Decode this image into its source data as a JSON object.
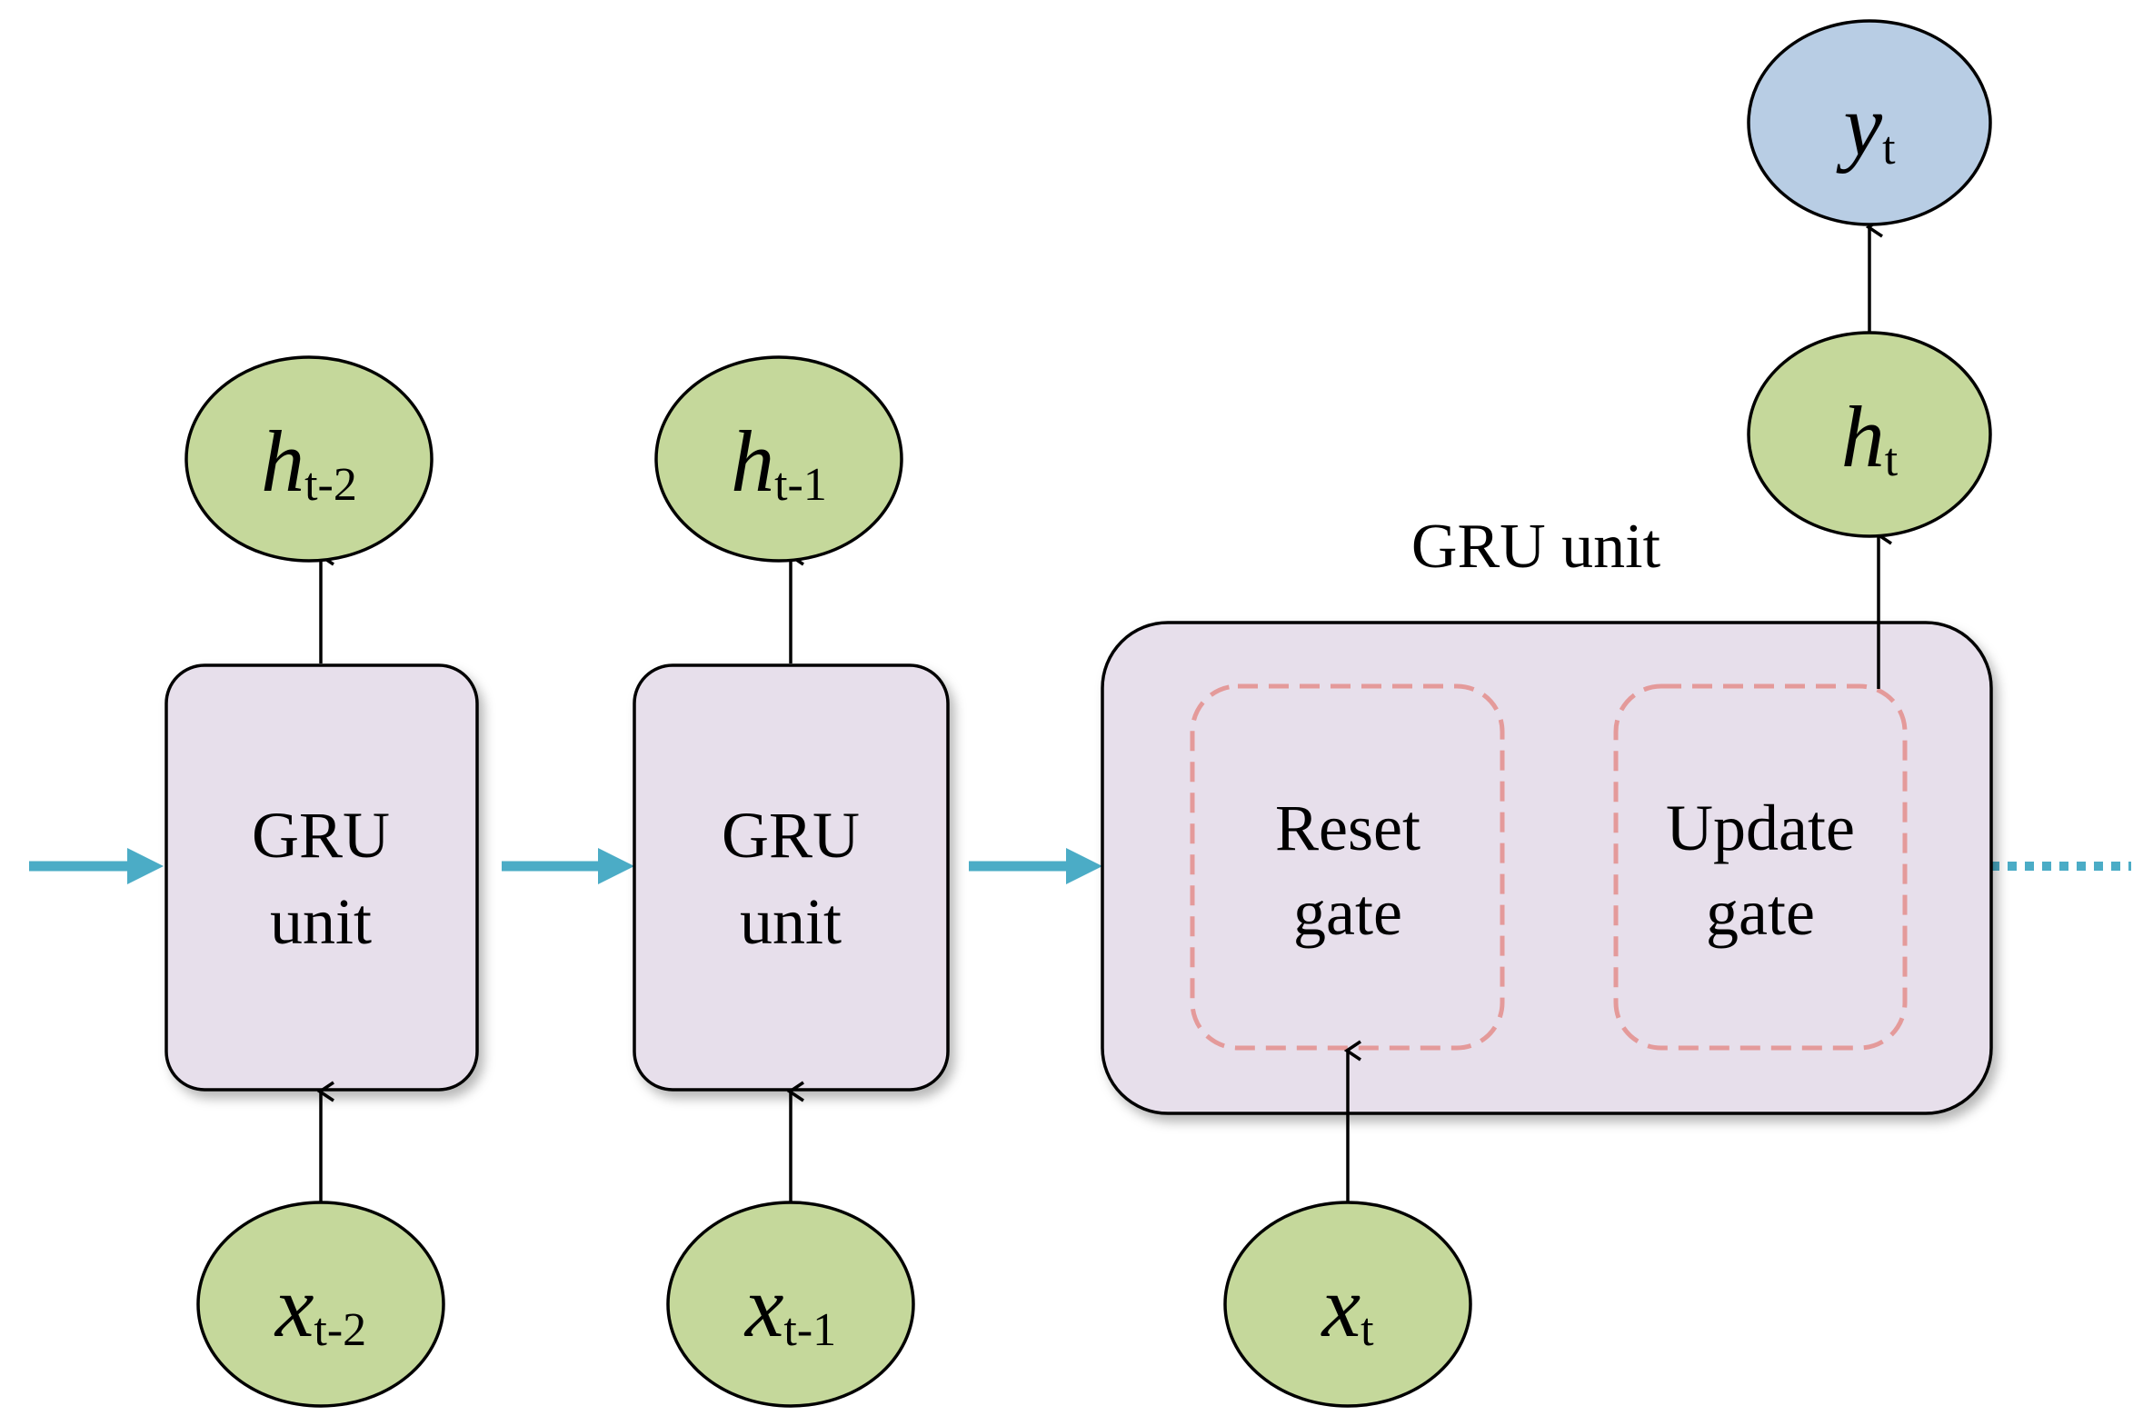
{
  "colors": {
    "node_green": "#c5d89b",
    "node_blue": "#b8cde4",
    "unit_fill": "#e7dfeb",
    "flow_arrow": "#4bacc6",
    "gate_dash": "#e49a9a"
  },
  "gru_units": [
    {
      "line1": "GRU",
      "line2": "unit"
    },
    {
      "line1": "GRU",
      "line2": "unit"
    }
  ],
  "expanded_unit": {
    "title": "GRU unit",
    "reset_gate": {
      "line1": "Reset",
      "line2": "gate"
    },
    "update_gate": {
      "line1": "Update",
      "line2": "gate"
    }
  },
  "nodes": {
    "h_t_minus_2": {
      "main": "h",
      "sub": "t-2"
    },
    "h_t_minus_1": {
      "main": "h",
      "sub": "t-1"
    },
    "h_t": {
      "main": "h",
      "sub": "t"
    },
    "y_t": {
      "main": "y",
      "sub": "t"
    },
    "x_t_minus_2": {
      "main": "x",
      "sub": "t-2"
    },
    "x_t_minus_1": {
      "main": "x",
      "sub": "t-1"
    },
    "x_t": {
      "main": "x",
      "sub": "t"
    }
  }
}
